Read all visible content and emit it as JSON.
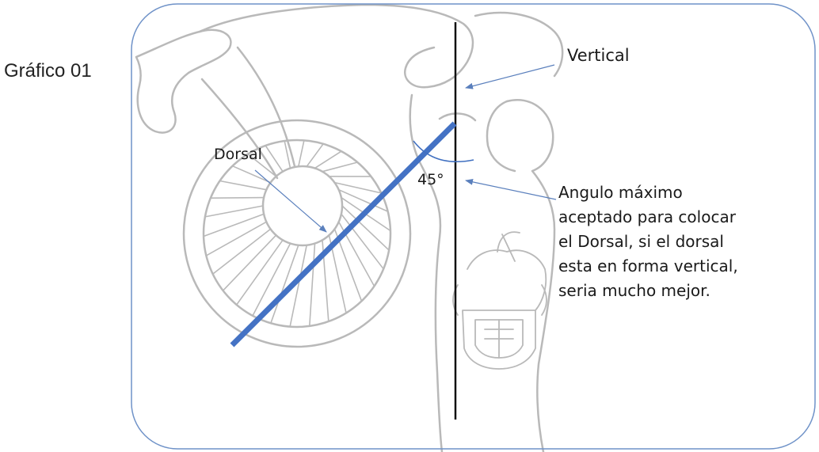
{
  "figure": {
    "title": "Gráfico 01"
  },
  "labels": {
    "vertical": "Vertical",
    "dorsal": "Dorsal",
    "angle": "45°"
  },
  "note": {
    "lines": [
      "Angulo máximo",
      "aceptado para colocar",
      "el Dorsal, si el dorsal",
      "esta en forma vertical,",
      "seria mucho mejor."
    ]
  },
  "colors": {
    "frame": "#6f92c8",
    "dorsal_line": "#4472c4",
    "arrow": "#5b80bd",
    "vertical_line": "#111111",
    "sketch": "#b9b9b9"
  }
}
